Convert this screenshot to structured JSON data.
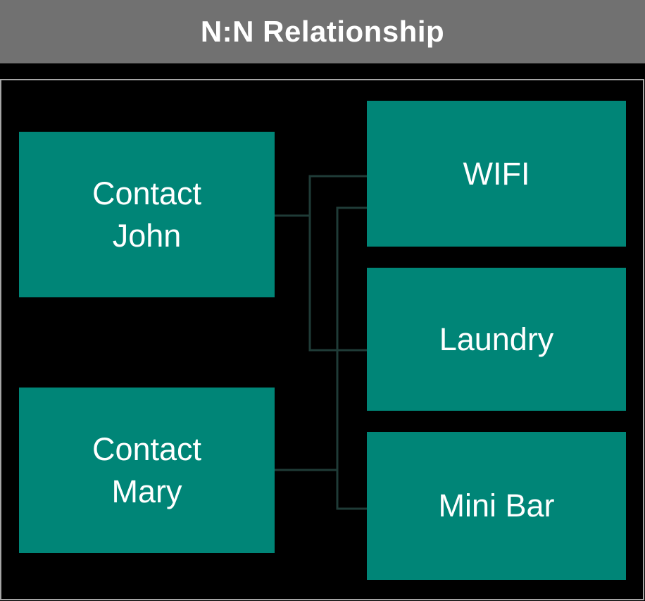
{
  "header": {
    "title": "N:N Relationship"
  },
  "colors": {
    "background": "#000000",
    "header_bg": "#717171",
    "header_text": "#FFFFFF",
    "node_fill": "#008577",
    "node_text": "#FFFFFF",
    "connector": "#1F3B37",
    "frame_border": "#A6A6A6"
  },
  "diagram": {
    "left_nodes": [
      {
        "id": "contact-john",
        "label": "Contact John",
        "lines": [
          "Contact",
          "John"
        ]
      },
      {
        "id": "contact-mary",
        "label": "Contact Mary",
        "lines": [
          "Contact",
          "Mary"
        ]
      }
    ],
    "right_nodes": [
      {
        "id": "wifi",
        "label": "WIFI",
        "lines": [
          "WIFI"
        ]
      },
      {
        "id": "laundry",
        "label": "Laundry",
        "lines": [
          "Laundry"
        ]
      },
      {
        "id": "mini-bar",
        "label": "Mini Bar",
        "lines": [
          "Mini Bar"
        ]
      }
    ],
    "edges": [
      {
        "from": "Contact John",
        "to": "WIFI"
      },
      {
        "from": "Contact John",
        "to": "Laundry"
      },
      {
        "from": "Contact Mary",
        "to": "WIFI"
      },
      {
        "from": "Contact Mary",
        "to": "Mini Bar"
      }
    ]
  }
}
